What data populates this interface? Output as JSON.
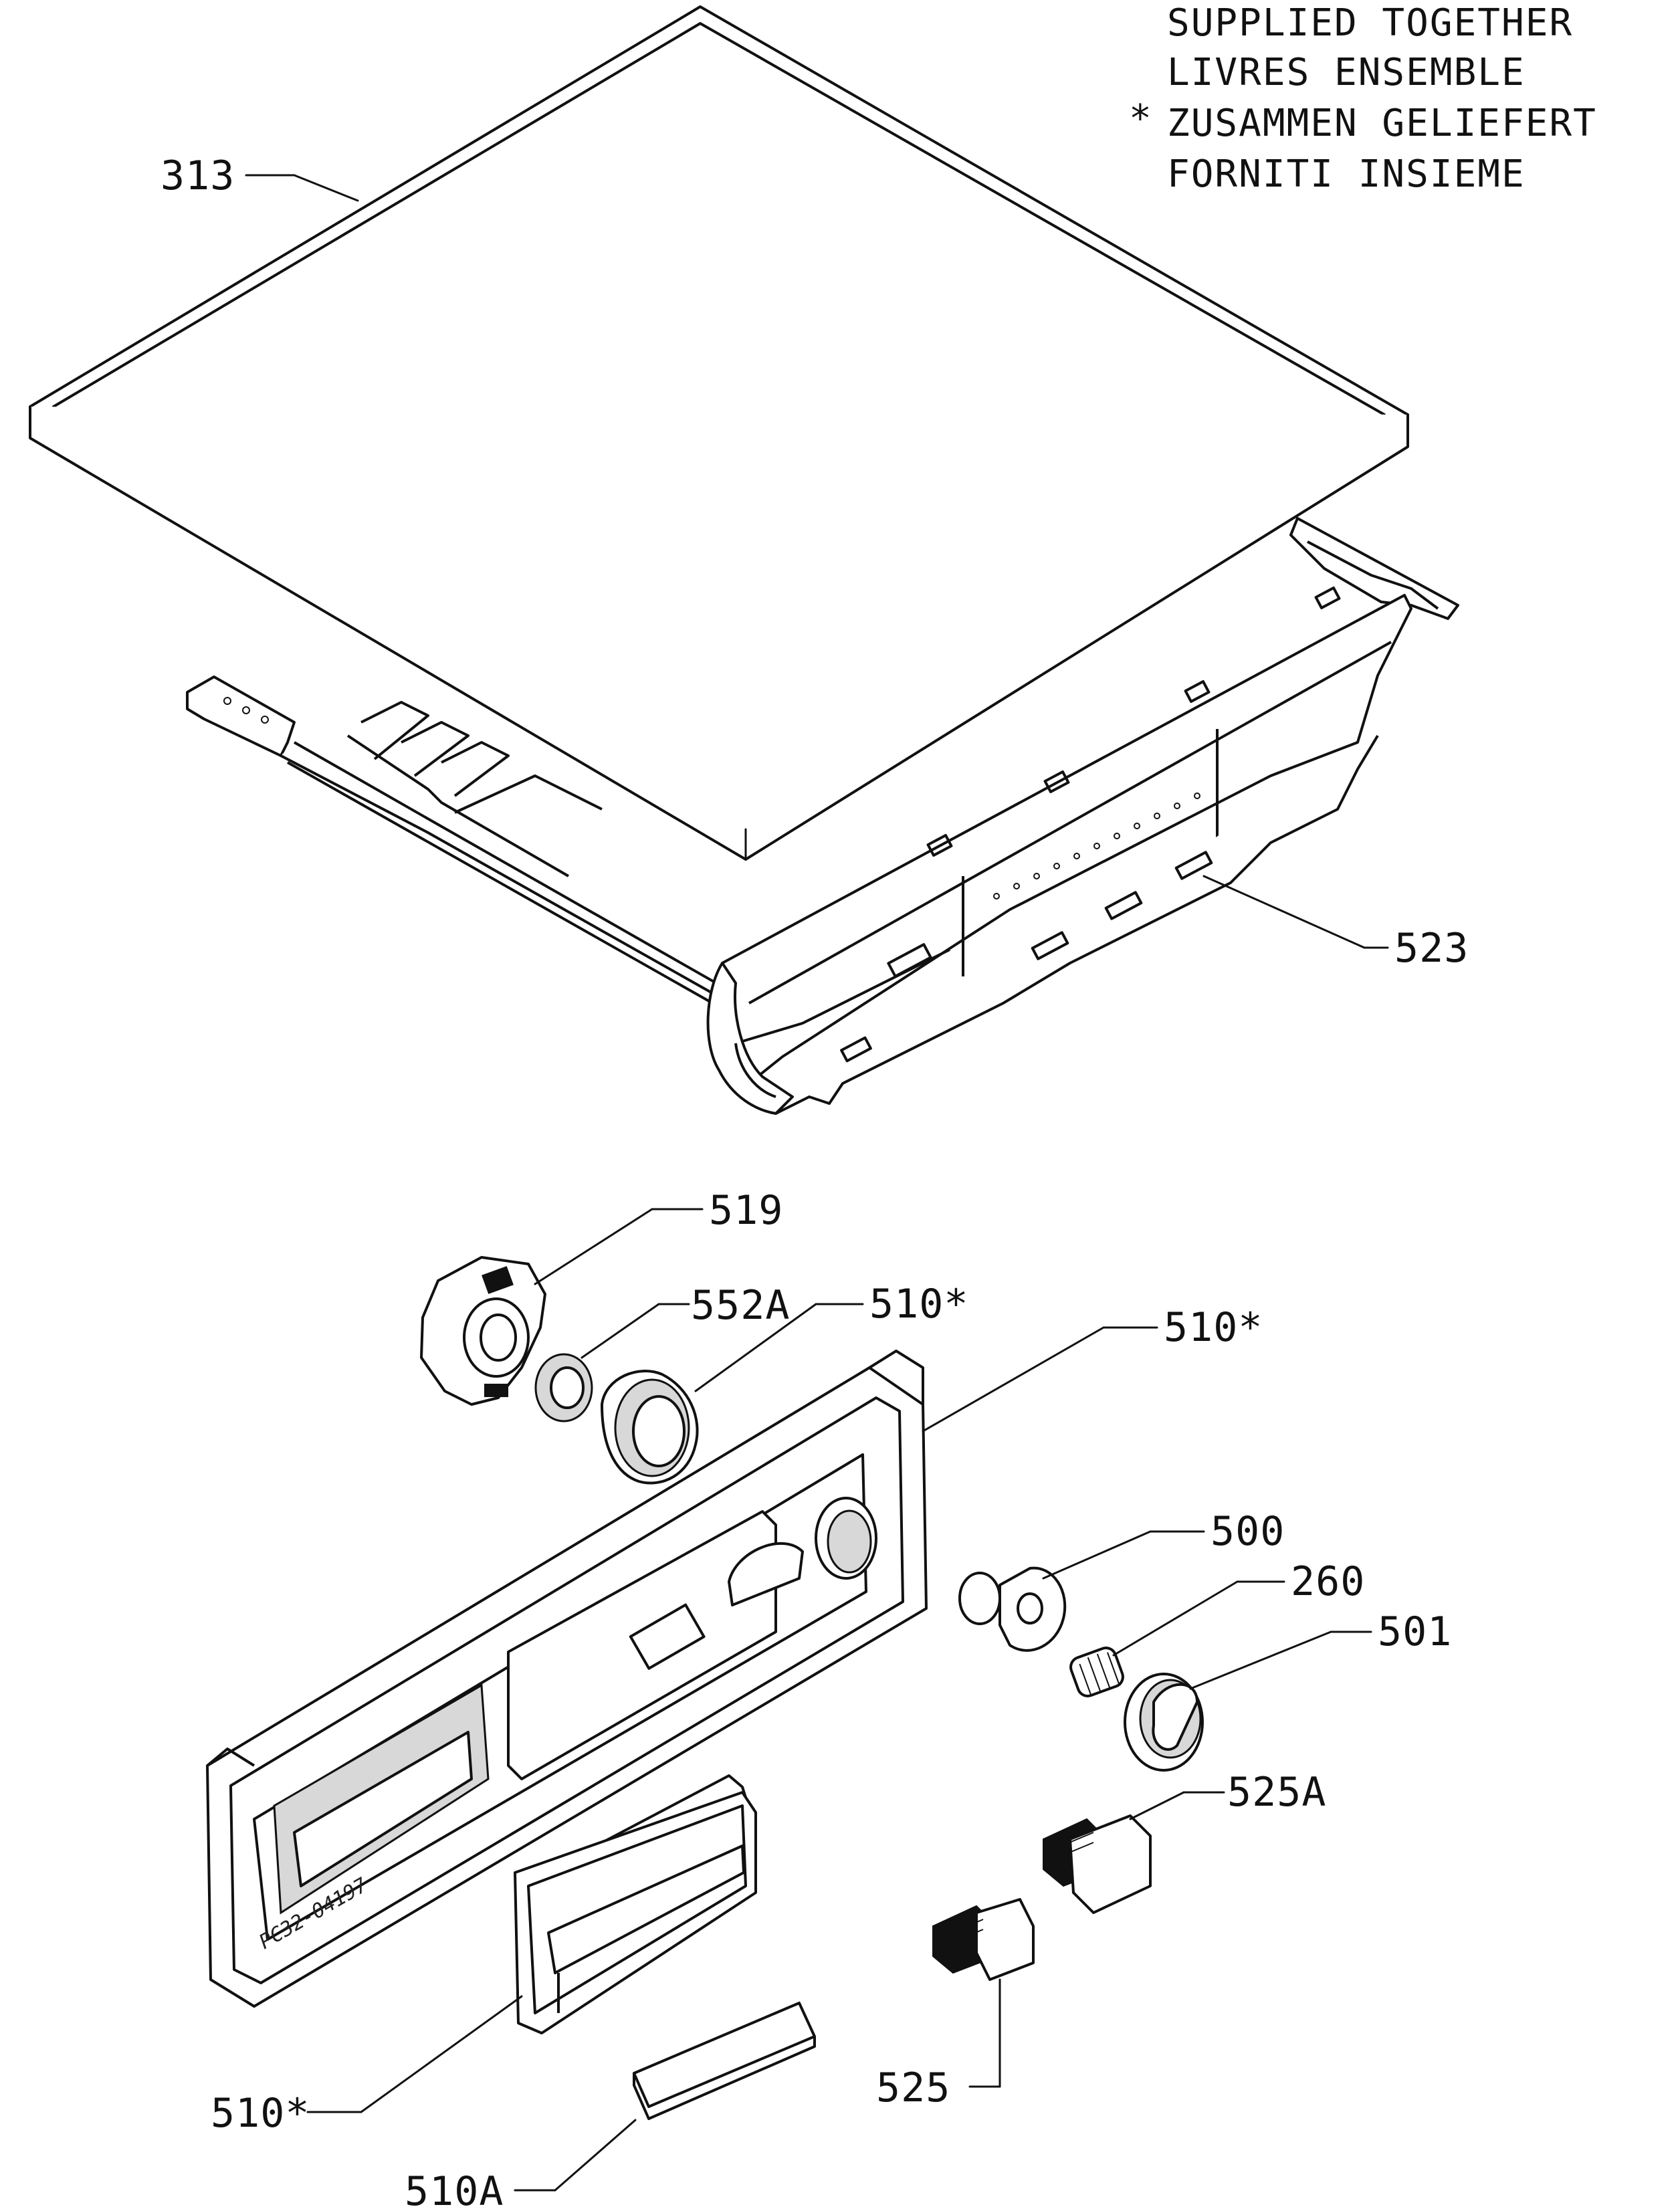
{
  "note": {
    "asterisk": "*",
    "lines": [
      "SUPPLIED TOGETHER",
      "LIVRES ENSEMBLE",
      "ZUSAMMEN GELIEFERT",
      "FORNITI INSIEME"
    ]
  },
  "labels": {
    "lid": "313",
    "frame": "523",
    "cam_holder": "519",
    "ring": "552A",
    "knob_cap": "510*",
    "panel": "510*",
    "spindle": "500",
    "spring": "260",
    "knob": "501",
    "drawer_handle": "510*",
    "insert": "510A",
    "button": "525",
    "button_a": "525A"
  },
  "drawing_code": "PC32-04197"
}
